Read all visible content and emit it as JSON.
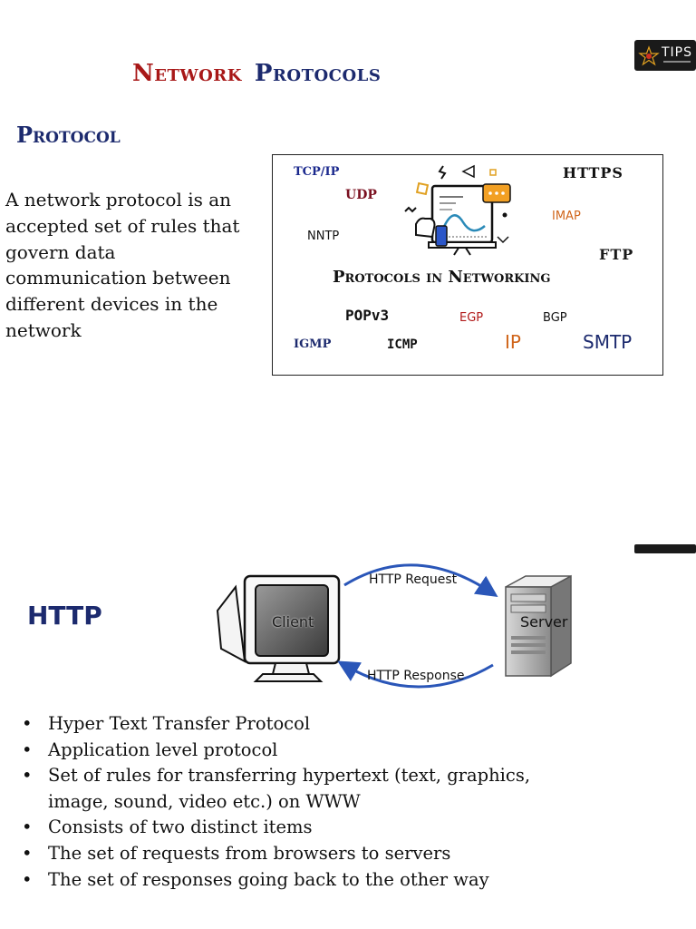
{
  "logo": {
    "text": "TIPS"
  },
  "title": {
    "word1": "Network",
    "word2": "Protocols"
  },
  "protocol_section": {
    "heading": "Protocol",
    "paragraph": "A network protocol is an accepted set of rules that govern data communication between different devices in the network"
  },
  "protocol_image": {
    "heading": "Protocols in Networking",
    "labels": {
      "tcpip": "TCP/IP",
      "udp": "UDP",
      "nntp": "NNTP",
      "https": "HTTPS",
      "imap": "IMAP",
      "ftp": "FTP",
      "popv3": "POPv3",
      "egp": "EGP",
      "bgp": "BGP",
      "igmp": "IGMP",
      "icmp": "ICMP",
      "ip": "IP",
      "smtp": "SMTP"
    }
  },
  "http_section": {
    "heading": "HTTP",
    "diagram": {
      "client": "Client",
      "server": "Server",
      "request": "HTTP Request",
      "response": "HTTP Response"
    },
    "bullets": [
      "Hyper Text Transfer Protocol",
      "Application level protocol",
      "Set of rules for transferring hypertext (text, graphics, image, sound, video etc.) on WWW",
      "Consists of two distinct items",
      "The set of requests from browsers to servers",
      "The set of responses going back to the other way"
    ]
  }
}
